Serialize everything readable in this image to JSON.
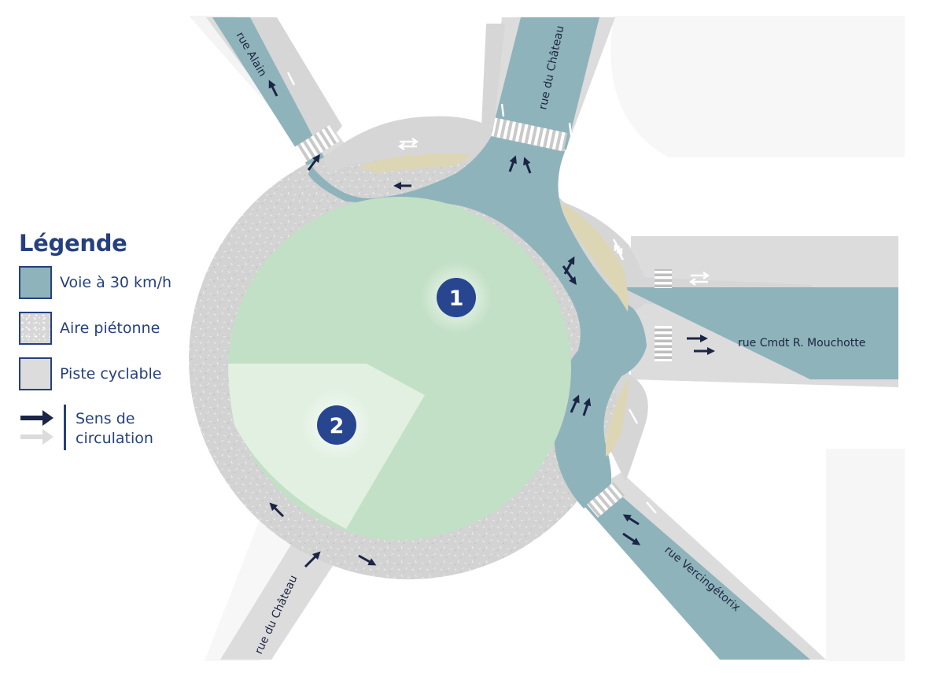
{
  "legend": {
    "title": "Légende",
    "items": [
      {
        "key": "voie",
        "label": "Voie à 30 km/h",
        "color": "#8fb3bb"
      },
      {
        "key": "aire",
        "label": "Aire piétonne",
        "color": "#d7d7d7"
      },
      {
        "key": "piste",
        "label": "Piste cyclable",
        "color": "#dcdcdc"
      }
    ],
    "sens_line1": "Sens de",
    "sens_line2": "circulation"
  },
  "streets": {
    "alain": "rue Alain",
    "chateau_north": "rue du Château",
    "mouchotte": "rue Cmdt R. Mouchotte",
    "vercingetorix": "rue Vercingétorix",
    "chateau_south": "rue du Château"
  },
  "zones": {
    "zone1": "1",
    "zone2": "2"
  },
  "colors": {
    "road": "#8fb3bb",
    "pedestrian": "#d7d7d7",
    "bike": "#dcdcdc",
    "green_zone1": "#c2e0c5",
    "green_zone2": "#e1f0e1",
    "sand": "#ddd6b5",
    "badge": "#27468f",
    "arrow_dark": "#1b2545",
    "legend_text": "#26407f"
  }
}
